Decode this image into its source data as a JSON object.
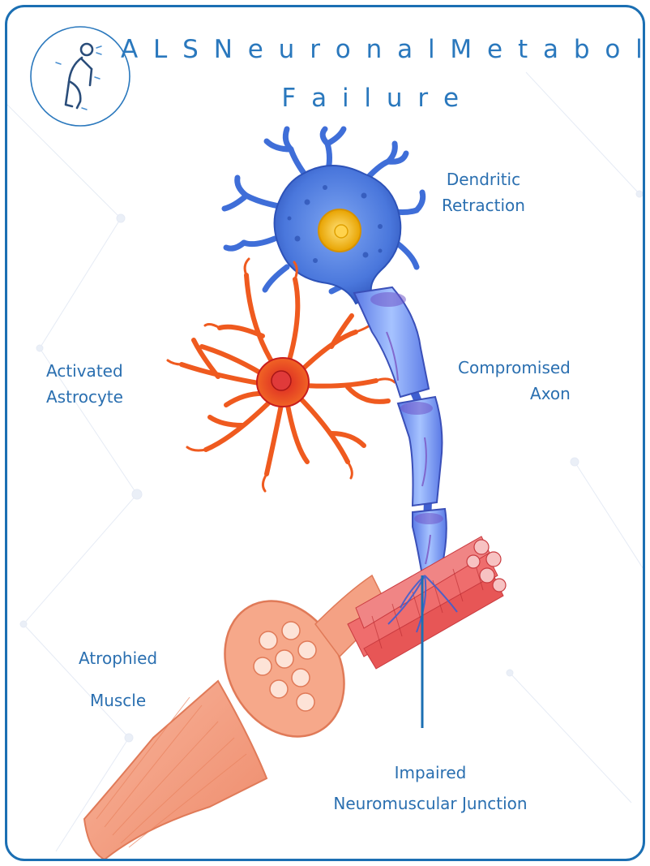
{
  "title": {
    "line1": "A L S  N e u r o n a l  M e t a b o l i c",
    "line2": "F a i l u r e"
  },
  "labels": {
    "dendritic": [
      "Dendritic",
      "Retraction"
    ],
    "astrocyte": [
      "Activated",
      "Astrocyte"
    ],
    "axon": [
      "Compromised",
      "Axon"
    ],
    "muscle": [
      "Atrophied",
      "Muscle"
    ],
    "junction": [
      "Impaired",
      "Neuromuscular Junction"
    ]
  },
  "icons": {
    "patient": "hunched-person-icon"
  },
  "colors": {
    "frame": "#1b6fb3",
    "text": "#2a6fb0",
    "neuron": "#3f6ed8",
    "nucleus": "#f2b705",
    "astrocyte": "#ef5a1f",
    "axon": "#6f7fe0",
    "muscle": "#f29a7a",
    "myofibril": "#e8474f"
  }
}
